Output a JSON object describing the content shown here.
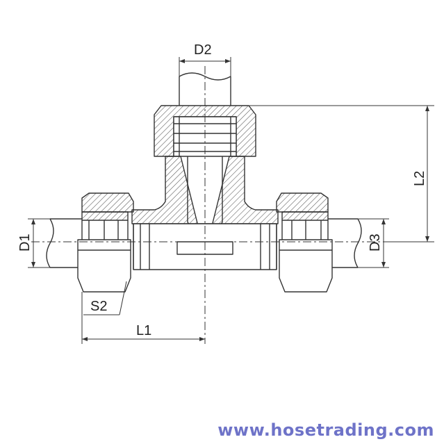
{
  "diagram": {
    "labels": {
      "d1": "D1",
      "d2": "D2",
      "d3": "D3",
      "l1": "L1",
      "l2": "L2",
      "s2": "S2"
    },
    "colors": {
      "line": "#333333",
      "hatch": "#555555",
      "watermark": "#6e73c8"
    }
  },
  "watermark": "www.hosetrading.com"
}
